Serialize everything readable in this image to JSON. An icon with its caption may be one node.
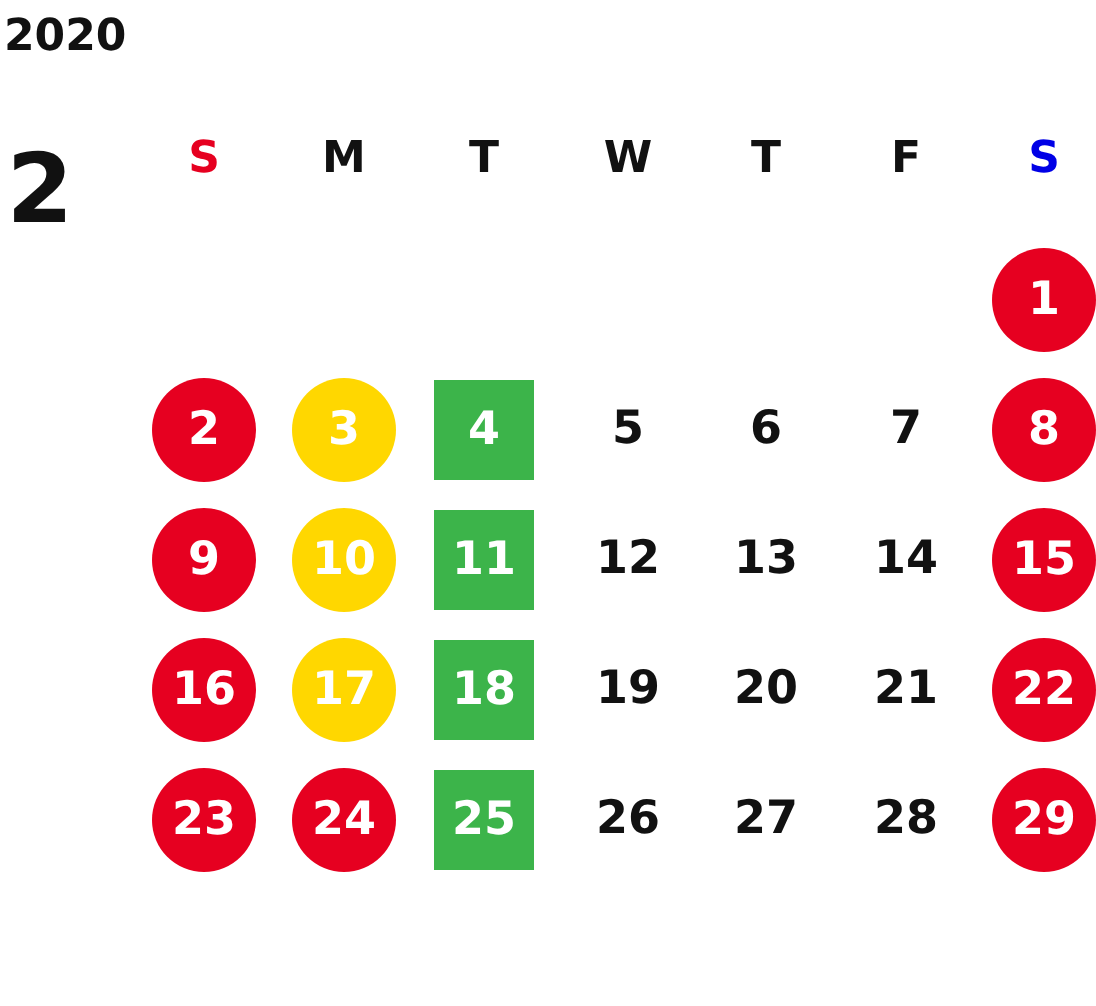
{
  "diagram": {
    "title": "2020",
    "nodes": [
      {
        "text": [
          "1"
        ]
      },
      {
        "text": [
          "2"
        ]
      },
      {
        "text": [
          "3"
        ]
      },
      {
        "text": [
          "4"
        ]
      },
      {
        "text": [
          "8"
        ]
      },
      {
        "text": [
          "9"
        ]
      },
      {
        "text": [
          "10"
        ]
      },
      {
        "text": [
          "11"
        ]
      },
      {
        "text": [
          "15"
        ]
      },
      {
        "text": [
          "16"
        ]
      },
      {
        "text": [
          "17"
        ]
      },
      {
        "text": [
          "18"
        ]
      },
      {
        "text": [
          "22"
        ]
      },
      {
        "text": [
          "23"
        ]
      },
      {
        "text": [
          "24"
        ]
      },
      {
        "text": [
          "25"
        ]
      },
      {
        "text": [
          "29"
        ]
      }
    ],
    "labels": [
      "2",
      "S",
      "M",
      "T",
      "W",
      "T",
      "F",
      "S",
      "5",
      "6",
      "7",
      "12",
      "13",
      "14",
      "19",
      "20",
      "21",
      "26",
      "27",
      "28"
    ]
  }
}
